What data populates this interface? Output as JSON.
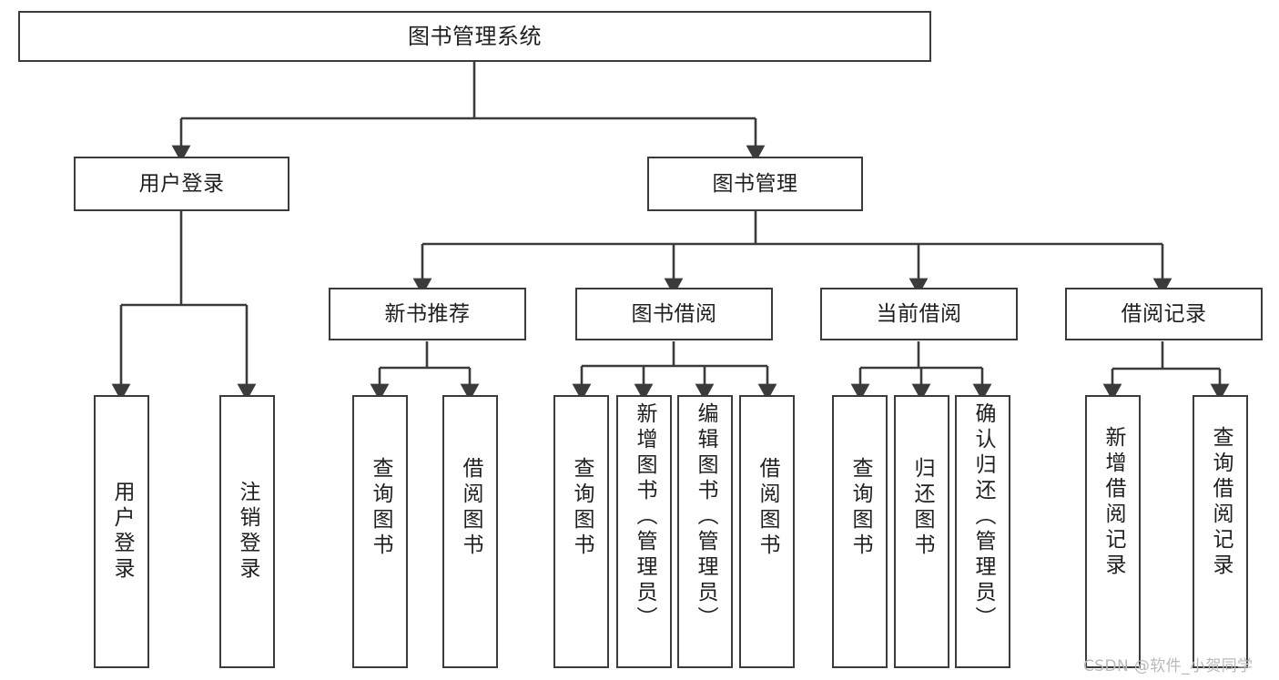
{
  "diagram": {
    "type": "tree",
    "title": "图书管理系统",
    "root": {
      "label": "图书管理系统"
    },
    "level2": [
      {
        "label": "用户登录"
      },
      {
        "label": "图书管理"
      }
    ],
    "level3": [
      {
        "label": "新书推荐"
      },
      {
        "label": "图书借阅"
      },
      {
        "label": "当前借阅"
      },
      {
        "label": "借阅记录"
      }
    ],
    "leaves": {
      "user_login": [
        {
          "label": "用户登录"
        },
        {
          "label": "注销登录"
        }
      ],
      "new_book_recommend": [
        {
          "label": "查询图书"
        },
        {
          "label": "借阅图书"
        }
      ],
      "book_borrow": [
        {
          "label": "查询图书"
        },
        {
          "label": "新增图书（管理员）"
        },
        {
          "label": "编辑图书（管理员）"
        },
        {
          "label": "借阅图书"
        }
      ],
      "current_borrow": [
        {
          "label": "查询图书"
        },
        {
          "label": "归还图书"
        },
        {
          "label": "确认归还（管理员）"
        }
      ],
      "borrow_record": [
        {
          "label": "新增借阅记录"
        },
        {
          "label": "查询借阅记录"
        }
      ]
    }
  },
  "watermark": {
    "text": "CSDN @软件_小贺同学"
  },
  "colors": {
    "stroke": "#3b3b3b",
    "text": "#1f1f1f",
    "background": "#ffffff",
    "watermark": "#b9b9b9"
  }
}
